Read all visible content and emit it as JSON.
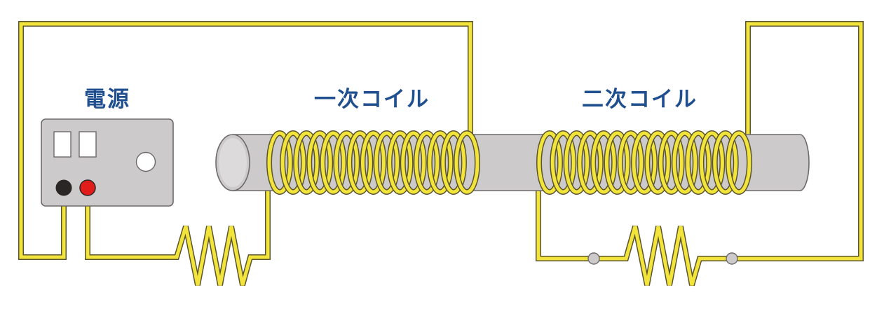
{
  "labels": {
    "power_source": "電源",
    "primary_coil": "一次コイル",
    "secondary_coil": "二次コイル"
  },
  "colors": {
    "wire": "#f2e43b",
    "wire_outline": "#5a5430",
    "core": "#cccaca",
    "core_outline": "#6e6a6a",
    "power_box": "#cccaca",
    "label_text": "#1f4f8f",
    "terminal_black": "#2b2626",
    "terminal_red": "#e21b1b"
  },
  "icons": {
    "primary_resistor": "resistor-zigzag-icon",
    "secondary_resistor": "resistor-zigzag-icon",
    "terminal_negative": "black-terminal-icon",
    "terminal_positive": "red-terminal-icon"
  },
  "coils": {
    "primary_turns": 15,
    "secondary_turns": 15
  }
}
